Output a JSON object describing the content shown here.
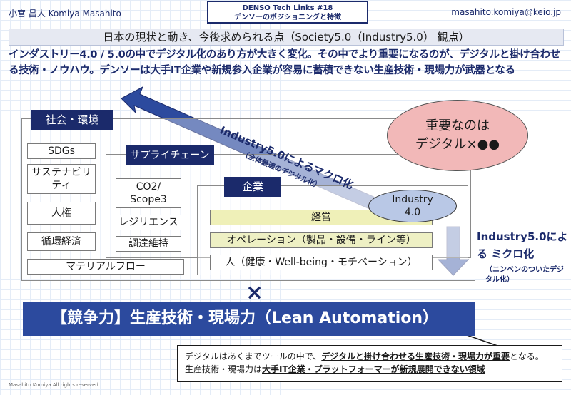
{
  "header": {
    "author": "小宮 昌人 Komiya Masahito",
    "title_line1": "DENSO Tech Links #18",
    "title_line2": "デンソーのポジショニングと特徴",
    "email": "masahito.komiya@keio.jp"
  },
  "banner": "日本の現状と動き、今後求められる点（Society5.0（Industry5.0） 観点）",
  "lead": "インダストリー4.0 / 5.0の中でデジタル化のあり方が大きく変化。その中でより重要になるのが、デジタルと掛け合わせる技術・ノウハウ。デンソーは大手IT企業や新規参入企業が容易に蓄積できない生産技術・現場力が武器となる",
  "society": {
    "tag": "社会・環境",
    "items": [
      "SDGs",
      "サステナビリティ",
      "人権",
      "循環経済",
      "マテリアルフロー"
    ]
  },
  "supply": {
    "tag": "サプライチェーン",
    "items": [
      "CO2/ Scope3",
      "レジリエンス",
      "調達維持"
    ]
  },
  "company": {
    "tag": "企業",
    "bars": [
      "経営",
      "オペレーション（製品・設備・ライン等）",
      "人（健康・Well-being・モチベーション）"
    ]
  },
  "important": {
    "line1": "重要なのは",
    "line2": "デジタル×●●"
  },
  "industry40": {
    "line1": "Industry",
    "line2": "4.0"
  },
  "macro": {
    "main": "Industry5.0によるマクロ化",
    "sub": "（全体最適のデジタル化）"
  },
  "micro": {
    "main": "Industry5.0による ミクロ化",
    "sub": "（ニンベンのついたデジタル化）"
  },
  "times_symbol": "×",
  "competitive": "【競争力】生産技術・現場力（Lean Automation）",
  "note": {
    "line1_prefix": "デジタルはあくまでツールの中で、",
    "line1_emph": "デジタルと掛け合わせる生産技術・現場力が重要",
    "line1_suffix": "となる。",
    "line2_prefix": "生産技術・現場力は",
    "line2_emph": "大手IT企業・プラットフォーマーが新規展開できない領域"
  },
  "copyright": "Masahito Komiya All rights reserved.",
  "colors": {
    "navy": "#1b2a6b",
    "blue_bar": "#2c4a9e",
    "pink": "#f2b8b8",
    "light_blue": "#b9c8e6"
  }
}
